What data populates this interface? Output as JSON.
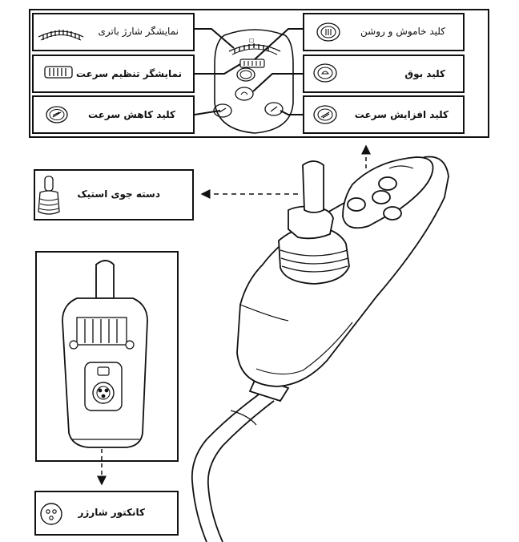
{
  "labels": {
    "battery_display": "نمایشگر شارژ باتری",
    "speed_display": "نمایشگر تنظیم سرعت",
    "speed_down": "کلید کاهش سرعت",
    "power_key": "کلید خاموش و روشن",
    "horn_key": "کلید بوق",
    "speed_up": "کلید افزایش سرعت",
    "joystick": "دسته جوی استیک",
    "charger_connector": "کانکتور شارژر"
  }
}
